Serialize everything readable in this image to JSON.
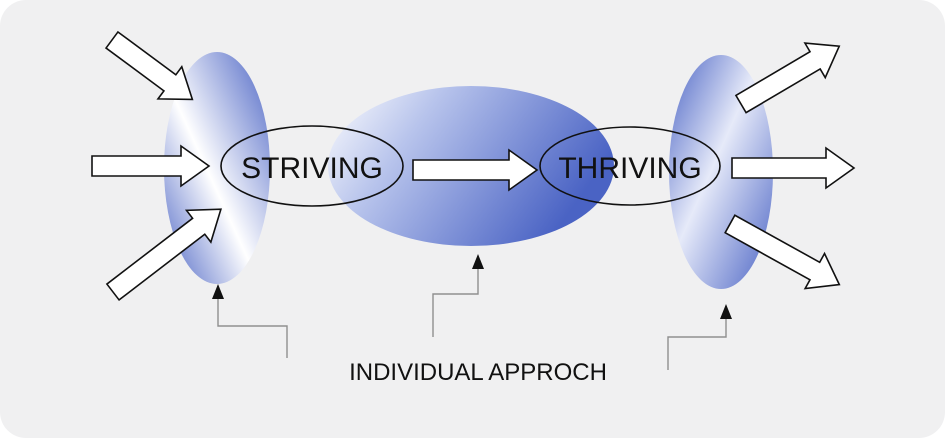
{
  "diagram": {
    "nodes": {
      "striving": "STRIVING",
      "thriving": "THRIVING"
    },
    "caption": "INDIVIDUAL APPROCH"
  },
  "colors": {
    "background": "#f0f0f1",
    "blob_dark": "#4a63c4",
    "blob_light": "#ffffff",
    "stroke": "#111111"
  }
}
